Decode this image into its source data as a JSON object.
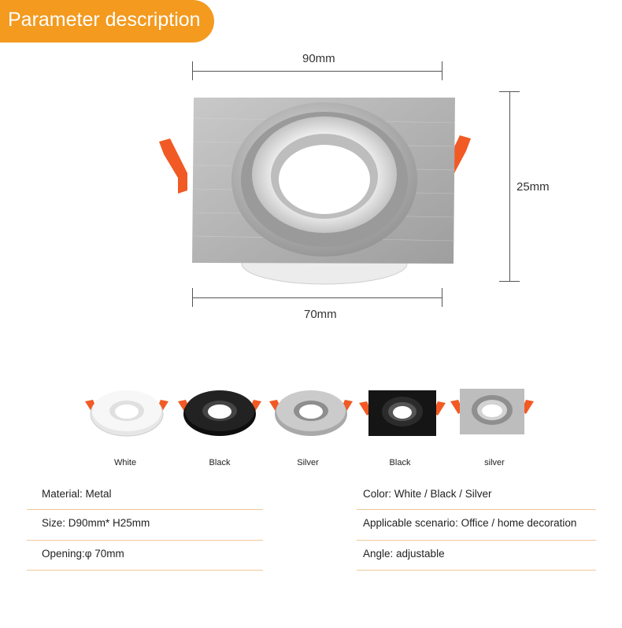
{
  "header": {
    "title": "Parameter description"
  },
  "dimensions": {
    "top_width": "90mm",
    "height": "25mm",
    "bottom_width": "70mm"
  },
  "variants": [
    {
      "label": "White",
      "shape": "round",
      "finish": "#f2f2f2"
    },
    {
      "label": "Black",
      "shape": "round",
      "finish": "#1a1a1a"
    },
    {
      "label": "Silver",
      "shape": "round",
      "finish": "#c9c9c9"
    },
    {
      "label": "Black",
      "shape": "square",
      "finish": "#1a1a1a"
    },
    {
      "label": "silver",
      "shape": "square",
      "finish": "#bdbdbd"
    }
  ],
  "specs": {
    "left": [
      "Material: Metal",
      "Size: D90mm* H25mm",
      "Opening:φ 70mm"
    ],
    "right": [
      "Color: White / Black / Silver",
      "Applicable scenario: Office / home decoration",
      "Angle: adjustable"
    ]
  },
  "colors": {
    "accent": "#f39a1f",
    "clip": "#f15a24",
    "divider": "#f0c79a"
  }
}
